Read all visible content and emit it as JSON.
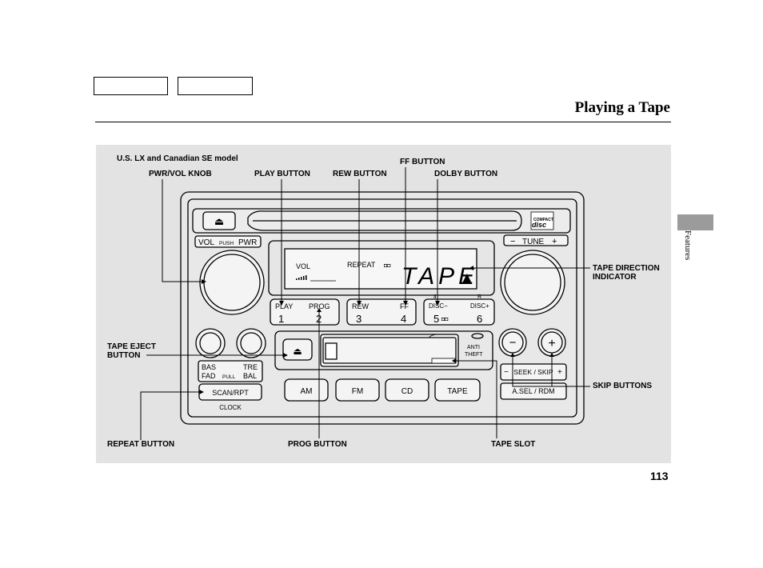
{
  "header": {
    "title": "Playing a Tape"
  },
  "side_tab": {
    "label": "Features"
  },
  "page_number": "113",
  "figure": {
    "model_caption": "U.S. LX and Canadian SE model",
    "callouts": {
      "pwr_vol_knob": "PWR/VOL KNOB",
      "play_button": "PLAY BUTTON",
      "rew_button": "REW BUTTON",
      "ff_button": "FF BUTTON",
      "dolby_button": "DOLBY BUTTON",
      "tape_direction_line1": "TAPE DIRECTION",
      "tape_direction_line2": "INDICATOR",
      "tape_eject_line1": "TAPE EJECT",
      "tape_eject_line2": "BUTTON",
      "skip_buttons": "SKIP BUTTONS",
      "repeat_button": "REPEAT BUTTON",
      "prog_button": "PROG BUTTON",
      "tape_slot": "TAPE SLOT"
    },
    "radio": {
      "eject_symbol": "⏏",
      "vol_label": "VOL",
      "push_label": "PUSH",
      "pwr_label": "PWR",
      "tune_minus": "−",
      "tune_label": "TUNE",
      "tune_plus": "+",
      "display": {
        "vol": "VOL",
        "repeat": "REPEAT",
        "dolby_glyph": "◘◘",
        "mode": "TAPE",
        "direction_arrow": "▲"
      },
      "preset_buttons": [
        {
          "top": "PLAY",
          "top2": "PROG",
          "num1": "1",
          "num2": "2"
        },
        {
          "top": "REW",
          "top2": "FF",
          "num1": "3",
          "num2": "4"
        },
        {
          "top": "DISC−",
          "top2": "DISC+",
          "num1": "5",
          "num1_suffix": "◘◘",
          "num2": "6"
        }
      ],
      "disc_marks": {
        "left": "Ⅱ",
        "right": "R"
      },
      "bas": "BAS",
      "tre": "TRE",
      "fad": "FAD",
      "pull": "PULL",
      "bal": "BAL",
      "scan_rpt": "SCAN/RPT",
      "clock": "CLOCK",
      "anti_theft_1": "ANTI",
      "anti_theft_2": "THEFT",
      "seek_minus": "−",
      "seek_skip": "SEEK / SKIP",
      "seek_plus": "+",
      "asel_rdm": "A.SEL / RDM",
      "band_buttons": [
        "AM",
        "FM",
        "CD",
        "TAPE"
      ],
      "minus_symbol": "−",
      "plus_symbol": "+"
    }
  }
}
